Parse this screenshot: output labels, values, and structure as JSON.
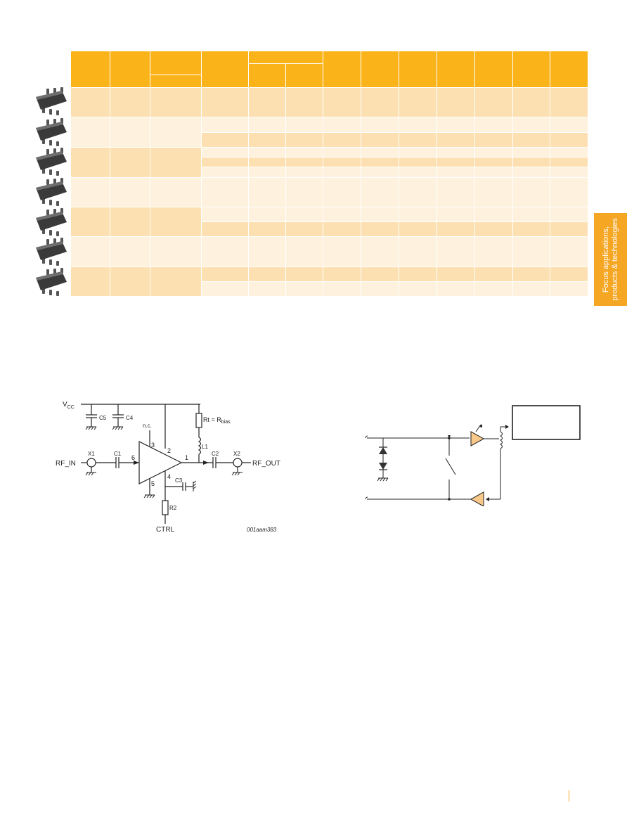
{
  "side_tab": {
    "line1": "Focus applications,",
    "line2": "products & technologies"
  },
  "amp_schematic": {
    "vcc": "V",
    "vcc_sub": "CC",
    "c5": "C5",
    "c4": "C4",
    "nc": "n.c.",
    "pin3": "3",
    "pin2": "2",
    "pin6": "6",
    "pin1": "1",
    "pin4": "4",
    "pin5": "5",
    "rt": "Rt = R",
    "rt_sub": "bias",
    "l1": "L1",
    "c2": "C2",
    "x2": "X2",
    "rf_out": "RF_OUT",
    "rf_in": "RF_IN",
    "x1": "X1",
    "c1": "C1",
    "c3": "C3",
    "r2": "R2",
    "ctrl": "CTRL",
    "ref": "001aam383"
  },
  "colors": {
    "header": "#fbb31a",
    "row_a": "#fde0b1",
    "row_b": "#fef1dd",
    "tab": "#f5a623"
  }
}
